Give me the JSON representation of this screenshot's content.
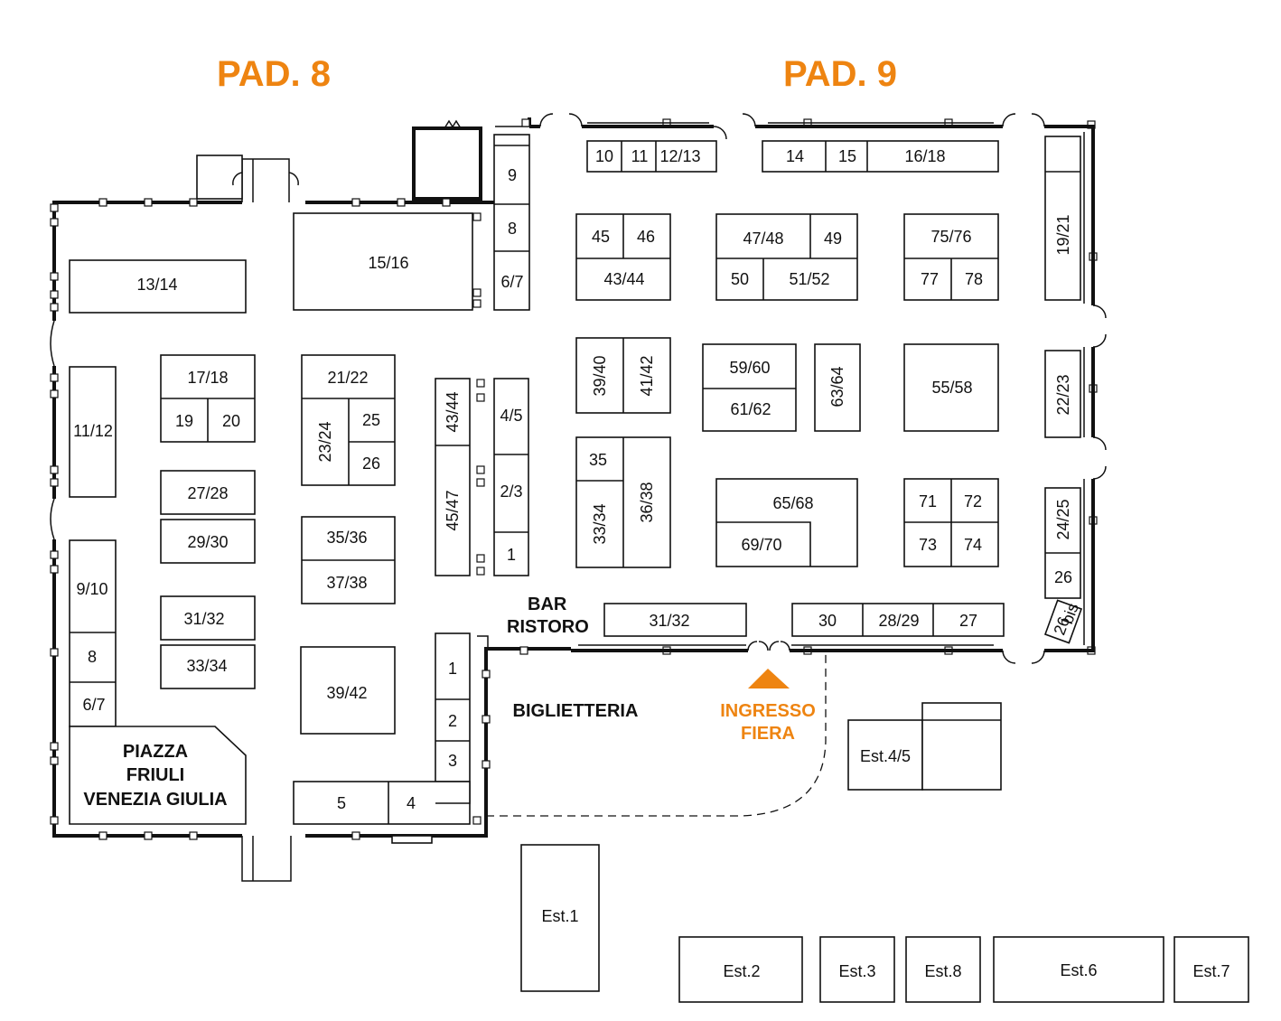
{
  "pavilions": {
    "pad8": "PAD. 8",
    "pad9": "PAD. 9"
  },
  "colors": {
    "accent": "#EE8411",
    "ink": "#111111",
    "background": "#FFFFFF"
  },
  "zones": {
    "bar_line1": "BAR",
    "bar_line2": "RISTORO",
    "biglietteria": "BIGLIETTERIA",
    "piazza_line1": "PIAZZA",
    "piazza_line2": "FRIULI",
    "piazza_line3": "VENEZIA GIULIA",
    "entrance_line1": "INGRESSO",
    "entrance_line2": "FIERA"
  },
  "booths_pad8": [
    "13/14",
    "15/16",
    "9",
    "8",
    "6/7",
    "11/12",
    "17/18",
    "19",
    "20",
    "21/22",
    "23/24",
    "25",
    "26",
    "43/44",
    "45/47",
    "4/5",
    "2/3",
    "1",
    "27/28",
    "29/30",
    "35/36",
    "37/38",
    "9/10",
    "8",
    "6/7",
    "31/32",
    "33/34",
    "39/42",
    "1",
    "2",
    "3",
    "5",
    "4"
  ],
  "booths_pad9": [
    "10",
    "11",
    "12/13",
    "14",
    "15",
    "16/18",
    "19/21",
    "45",
    "46",
    "43/44",
    "47/48",
    "49",
    "50",
    "51/52",
    "75/76",
    "77",
    "78",
    "39/40",
    "41/42",
    "59/60",
    "61/62",
    "63/64",
    "55/58",
    "22/23",
    "35",
    "33/34",
    "36/38",
    "65/68",
    "69/70",
    "71",
    "72",
    "73",
    "74",
    "24/25",
    "26",
    "26bis",
    "31/32",
    "30",
    "28/29",
    "27"
  ],
  "booth_26bis": {
    "main": "26",
    "suffix": "bis"
  },
  "external": [
    "Est.1",
    "Est.2",
    "Est.3",
    "Est.8",
    "Est.6",
    "Est.7",
    "Est.4/5"
  ]
}
